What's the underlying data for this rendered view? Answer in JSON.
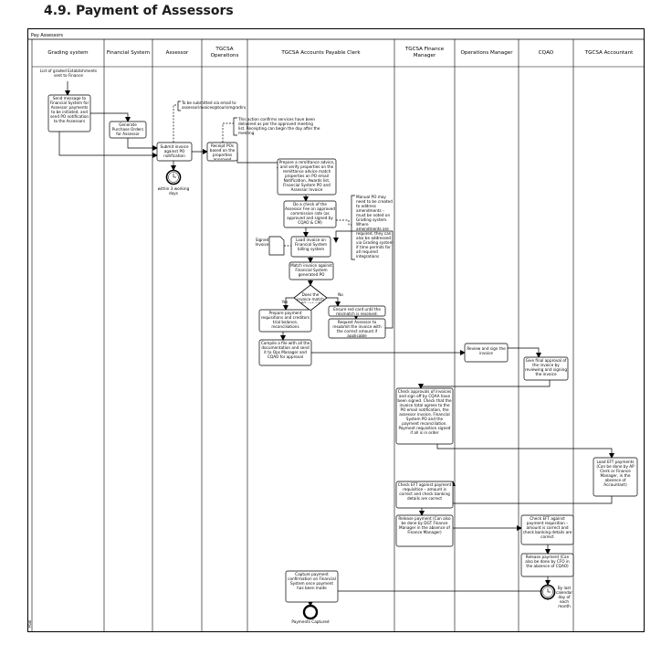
{
  "heading": "4.9. Payment of Assessors",
  "pool_title": "Pay Assessors",
  "pool_side_label": "Pool",
  "lanes": [
    "Grading system",
    "Financial System",
    "Assessor",
    "TGCSA Operations",
    "TGCSA Accounts Payable Clerk",
    "TGCSA Finance Manager",
    "Operations Manager",
    "CQAO",
    "TGCSA Accountant"
  ],
  "nodes": {
    "list_graded": "List of graded Establishments sent to Finance",
    "send_message": "Send message to Financial System for Assessor payments to be initiated, and send PO notification to the Assessors",
    "generate_po": "Generate Purchase Orders for Assessor payments",
    "submit_invoice": "Submit invoice against PO notification",
    "within_days": "within 3 working days",
    "receipt_pos": "Receipt POs based on the properties approved",
    "prepare_remittance": "Prepare a remittance advice, and verify properties on the remittance advice match properties on PO email Notification, Awards list, Financial System PO and Assessor Invoice",
    "check_fee": "Do a check of the Assessor Fee on approved commission rate (as approved and signed by CQAO & CM)",
    "signed_invoice": "Signed Invoice",
    "load_invoice": "Load invoice on Financial System billing system",
    "match_invoice": "Match invoice against Financial System generated PO",
    "does_invoice_match": "Does the invoice match PO value?",
    "yes": "Yes",
    "no": "No",
    "prepare_requisitions": "Prepare payment requisitions and creditors trial balance, reconciliations",
    "ensure_mismatch": "Ensure red card until the mismatch is resolved.",
    "request_assessor": "Request Assessor to resubmit the invoice with the correct amount if applicable",
    "compile_file": "Compile a file with all the documentation and send it to Ops Manager and CQAO for approval",
    "review_sign": "Review and sign the invoice",
    "give_final": "Give final approval of the invoice by reviewing and signing the invoice",
    "check_approvals": "Check approvals of invoices and sign off by CQAA have been signed. Check that the invoice total agrees to the PO email notification, the assessor invoice, Financial System PO and the payment reconciliation. Payment requisition signed if all is in order",
    "load_eft": "Load EFT payments (Can be done by AP Clerk or Finance Manager, in the absence of Accountant)",
    "check_eft_fm": "Check EFT against payment requisition – amount is correct and check banking details are correct",
    "release_fm": "Release payment (Can also be done by DGT Finance Manager in the absence of Finance Manager)",
    "check_eft_cqao": "Check EFT against payment requisition – amount is correct and check banking details are correct",
    "release_cqao": "Release payment (Can also be done by CFO in the absence of CQAO)",
    "by_last": "By last calendar day of each month",
    "capture_payment": "Capture payment confirmation on Financial System once payment has been made",
    "payments_captured": "Payments Captured"
  },
  "annotations": {
    "email_note": "To be submitted via email to assessorinvoices@tourismgrading.co.za",
    "confirm_note": "This action confirms services have been delivered as per the approved meeting list. Receipting can begin the day after the meeting",
    "manual_po_note": "Manual PO may need to be created to address amendments – must be noted on Grading system. Where amendments are required, they can also be addressed via Grading system if time permits for all required integrations"
  }
}
